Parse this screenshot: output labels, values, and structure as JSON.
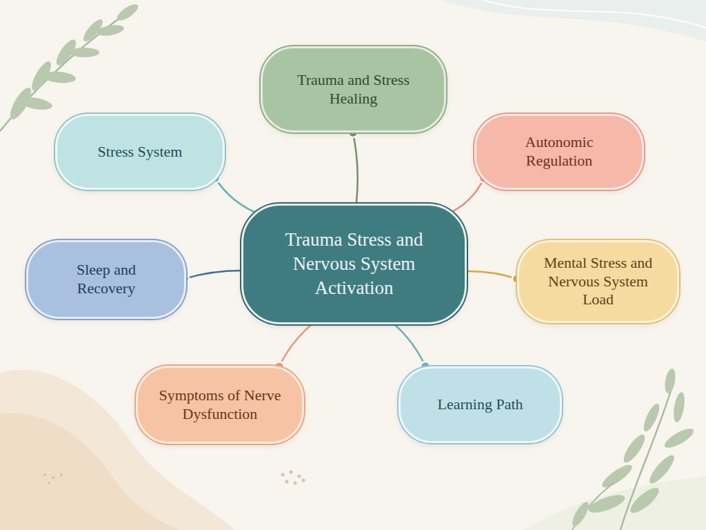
{
  "diagram": {
    "nodes": [
      {
        "text": [
          "Trauma Stress and Nervous System Activation"
        ]
      },
      {
        "text": [
          "Trauma and Stress Healing"
        ]
      },
      {
        "text": [
          "Stress System"
        ]
      },
      {
        "text": [
          "Autonomic Regulation"
        ]
      },
      {
        "text": [
          "Sleep and Recovery"
        ]
      },
      {
        "text": [
          "Mental Stress and Nervous System Load"
        ]
      },
      {
        "text": [
          "Symptoms of Nerve Dysfunction"
        ]
      },
      {
        "text": [
          "Learning Path"
        ]
      }
    ],
    "edges": [
      {
        "from": 0,
        "to": 1,
        "arrow": "none"
      },
      {
        "from": 0,
        "to": 2,
        "arrow": "none"
      },
      {
        "from": 0,
        "to": 3,
        "arrow": "none"
      },
      {
        "from": 0,
        "to": 4,
        "arrow": "none"
      },
      {
        "from": 0,
        "to": 5,
        "arrow": "none"
      },
      {
        "from": 0,
        "to": 6,
        "arrow": "none"
      },
      {
        "from": 0,
        "to": 7,
        "arrow": "none"
      }
    ]
  }
}
